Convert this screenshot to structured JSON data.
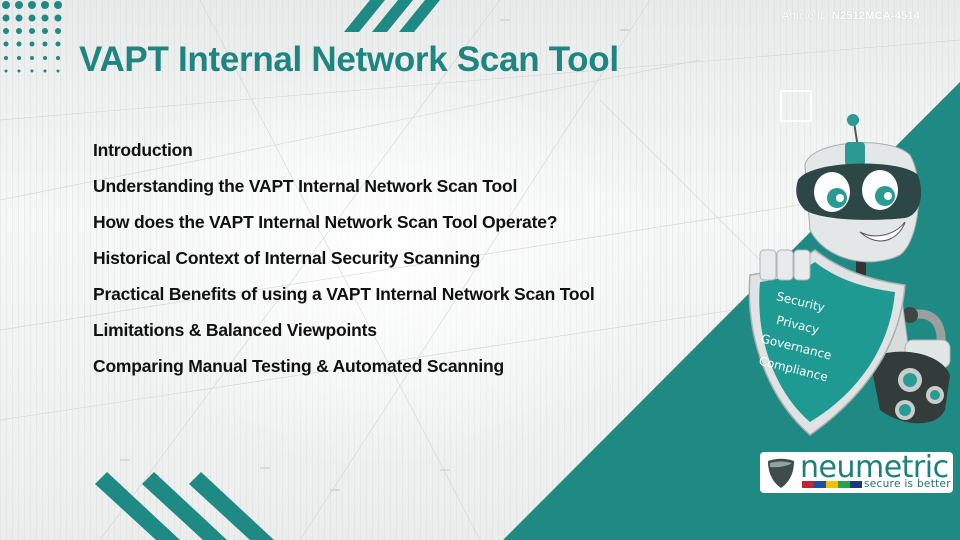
{
  "slide": {
    "article_id_label": "Article ID",
    "article_id_value": "N2512MCA-4514",
    "title": "VAPT Internal Network Scan Tool",
    "toc": [
      "Introduction",
      "Understanding the VAPT Internal Network Scan Tool",
      "How does the VAPT Internal Network Scan Tool Operate?",
      "Historical Context of Internal Security Scanning",
      "Practical Benefits of using a VAPT Internal Network Scan Tool",
      "Limitations & Balanced Viewpoints",
      "Comparing Manual Testing & Automated Scanning"
    ],
    "shield_words": [
      "Security",
      "Privacy",
      "Governance",
      "Compliance"
    ],
    "logo": {
      "brand": "neumetric",
      "tagline": "secure is better",
      "bar_colors": [
        "#c0263a",
        "#1e4fa0",
        "#f2c200",
        "#2aa24a",
        "#1b3a78"
      ]
    },
    "colors": {
      "teal": "#1f8a84",
      "title_teal": "#1f8580",
      "text": "#111111"
    }
  }
}
